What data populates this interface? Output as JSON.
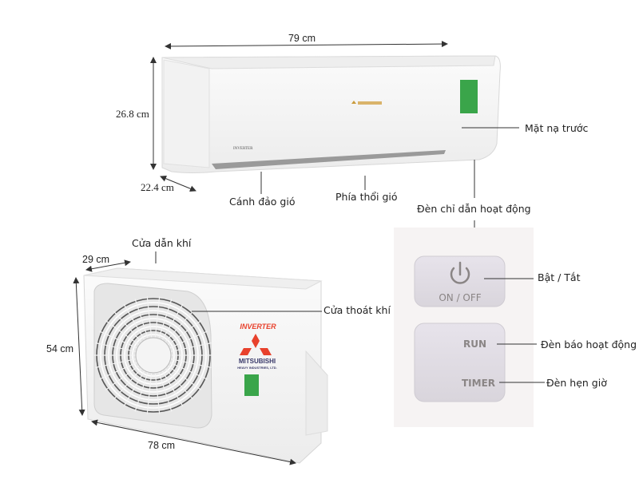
{
  "indoor_unit": {
    "width_label": "79 cm",
    "height_label": "26.8 cm",
    "depth_label": "22.4 cm",
    "front_panel_label": "Mặt nạ trước",
    "louver_label": "Cánh đảo gió",
    "air_outlet_label": "Phía thổi gió",
    "indicator_label": "Đèn chỉ dẫn hoạt động",
    "model_text": "INVERTER"
  },
  "control_panel": {
    "power_button_text": "ON / OFF",
    "power_label": "Bật / Tắt",
    "run_text": "RUN",
    "run_label": "Đèn báo hoạt động",
    "timer_text": "TIMER",
    "timer_label": "Đèn hẹn giờ",
    "icon": "power-icon"
  },
  "outdoor_unit": {
    "air_inlet_label": "Cửa dẫn khí",
    "depth_label": "29 cm",
    "height_label": "54 cm",
    "width_label": "78 cm",
    "air_exit_label": "Cửa thoát khí",
    "badge_text": "INVERTER",
    "brand_text": "MITSUBISHI",
    "brand_sub": "HEAVY INDUSTRIES, LTD."
  },
  "colors": {
    "brand_red": "#e8412c",
    "energy_label_green": "#3aa54a",
    "panel_bg": "#f6f3f3"
  }
}
